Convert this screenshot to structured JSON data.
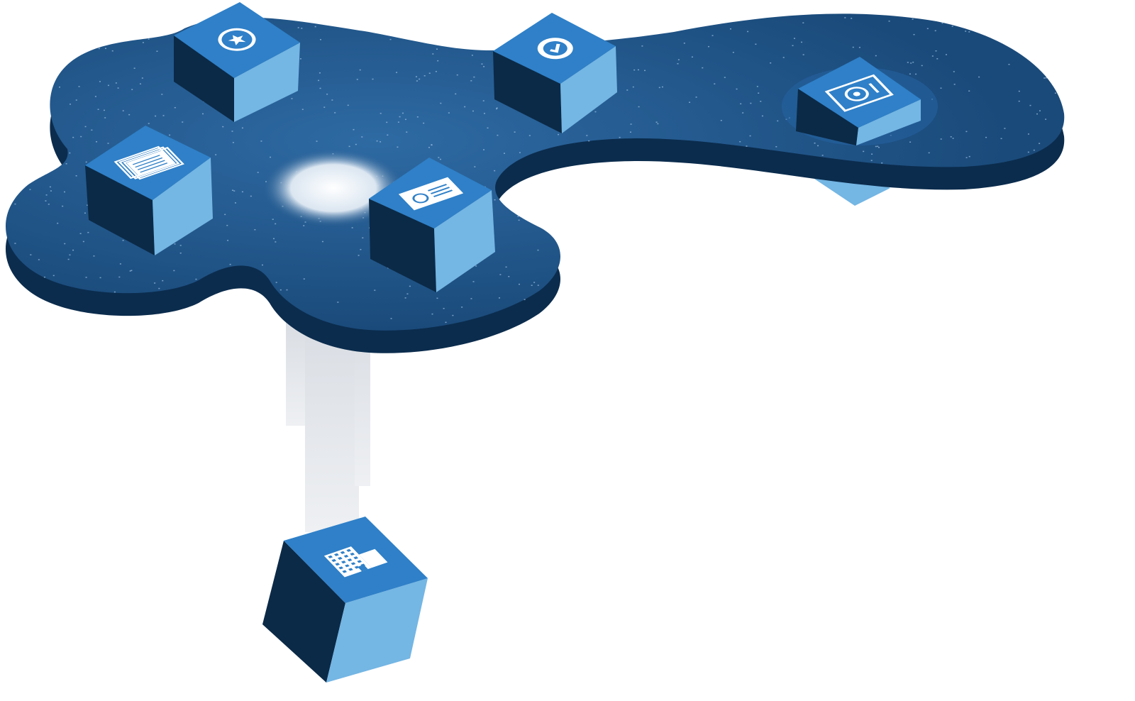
{
  "colors": {
    "platform_top": "#1d4f80",
    "platform_edge": "#0b2c4d",
    "cube_top": "#2f80c8",
    "cube_dark": "#0b2a47",
    "cube_light": "#74b6e4",
    "icon": "#ffffff",
    "star_dot": "#9fc3e6"
  },
  "cubes": [
    {
      "name": "star-badge-cube",
      "icon": "star-badge-icon"
    },
    {
      "name": "verified-check-cube",
      "icon": "verified-check-icon"
    },
    {
      "name": "document-cube",
      "icon": "document-icon"
    },
    {
      "name": "id-card-cube",
      "icon": "id-card-icon"
    },
    {
      "name": "safe-vault-cube",
      "icon": "safe-vault-icon"
    },
    {
      "name": "building-cube",
      "icon": "building-icon"
    }
  ]
}
